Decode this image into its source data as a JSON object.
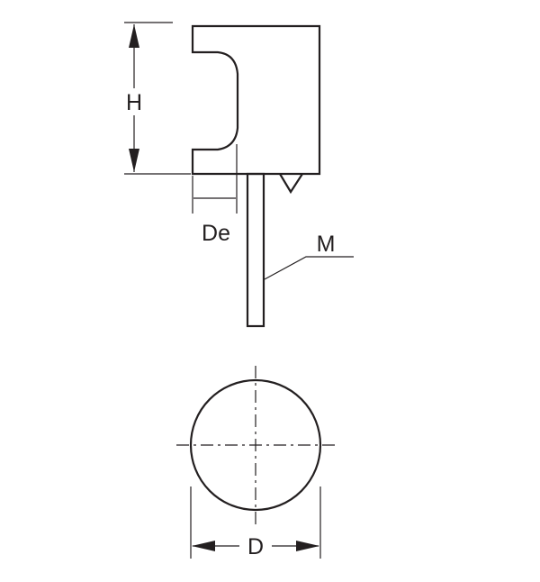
{
  "labels": {
    "height": "H",
    "end_diameter": "De",
    "thread": "M",
    "diameter": "D"
  },
  "colors": {
    "line": "#231f20",
    "background": "#ffffff"
  }
}
